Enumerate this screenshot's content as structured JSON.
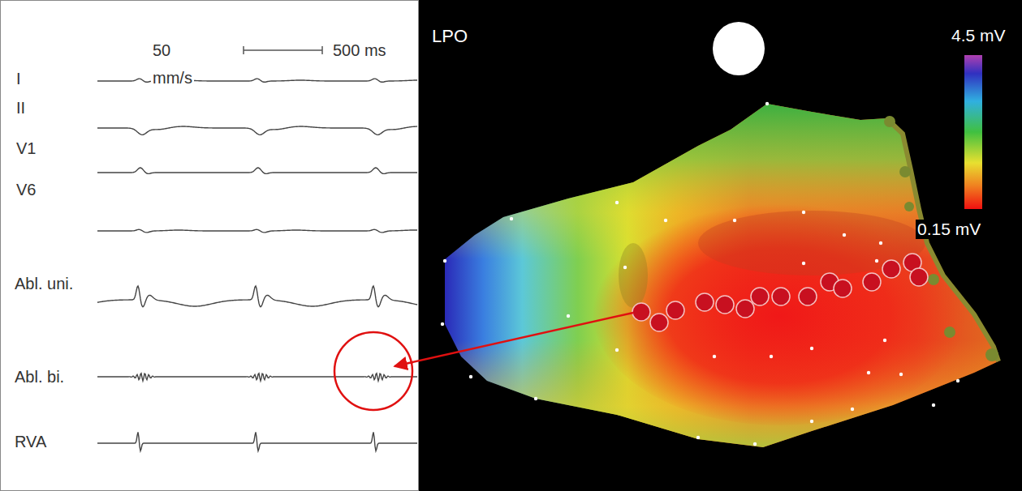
{
  "diagram": {
    "labels": [
      "50",
      "mm/s",
      "500 ms",
      "I",
      "II",
      "V1",
      "V6",
      "Abl. uni.",
      "Abl. bi.",
      "RVA",
      "LPO",
      "4.5 mV",
      "0.15 mV"
    ]
  }
}
